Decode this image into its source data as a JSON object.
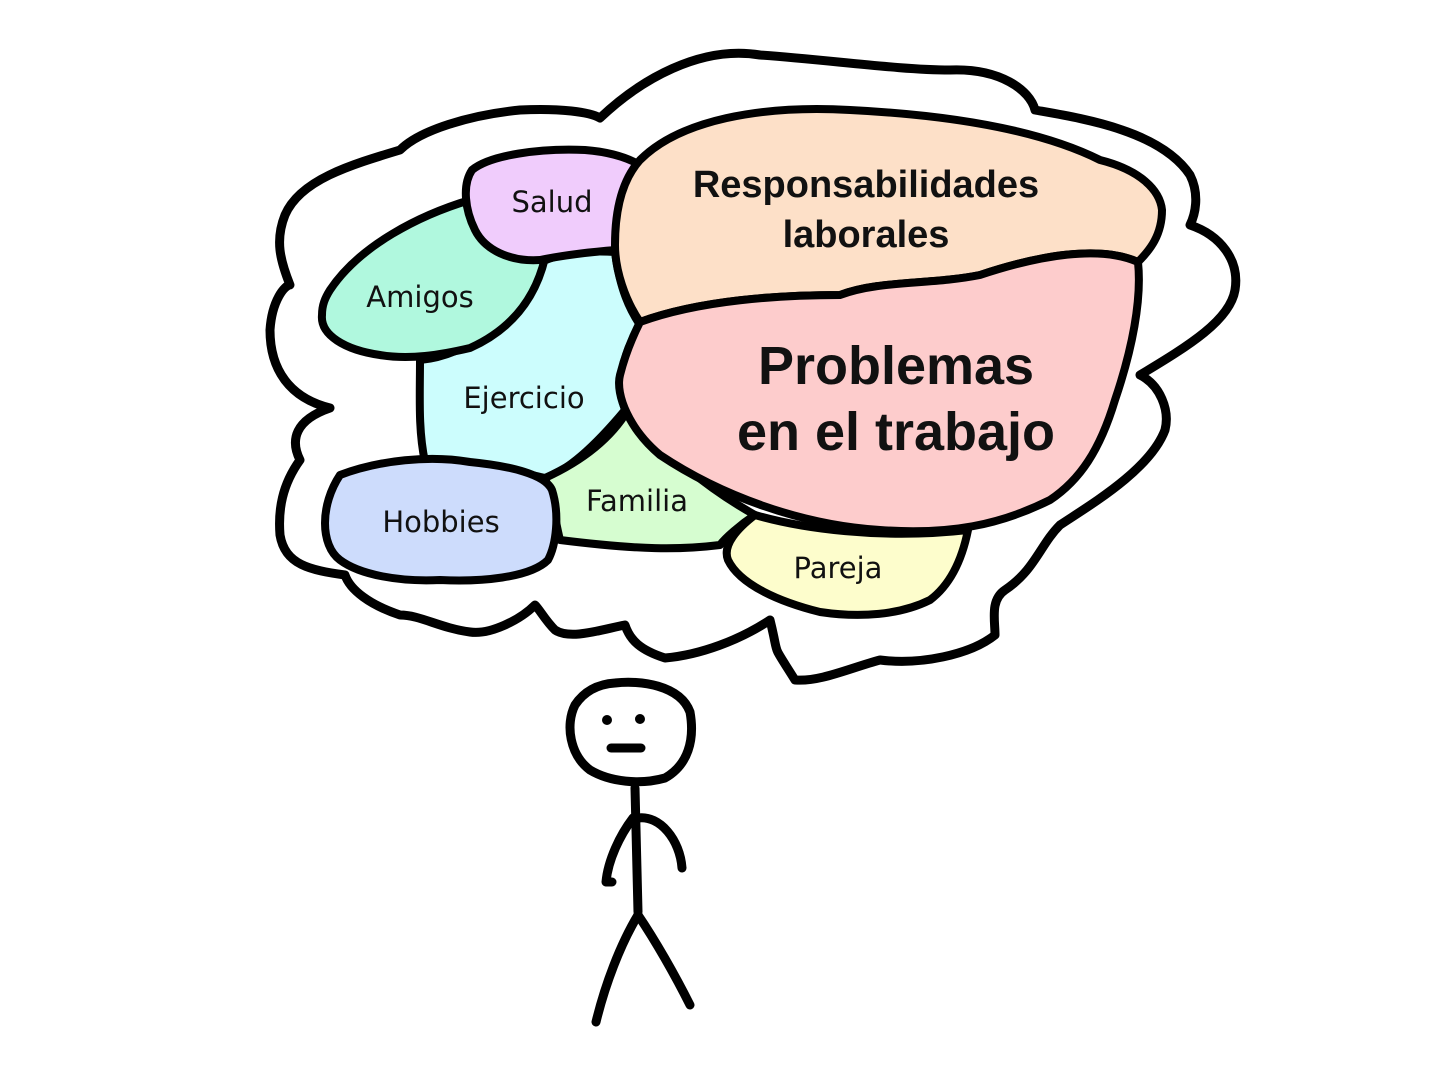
{
  "diagram": {
    "type": "thought-bubble",
    "colors": {
      "outline": "#000000",
      "background": "#ffffff",
      "salud": "#f0ccfc",
      "amigos": "#b0f8de",
      "ejercicio": "#ccfdfd",
      "hobbies": "#cddcfc",
      "familia": "#d6fdd0",
      "pareja": "#fdfdcc",
      "responsabilidades": "#fde0c8",
      "problemas": "#fdcccc"
    },
    "regions": [
      {
        "id": "salud",
        "label": "Salud"
      },
      {
        "id": "amigos",
        "label": "Amigos"
      },
      {
        "id": "ejercicio",
        "label": "Ejercicio"
      },
      {
        "id": "hobbies",
        "label": "Hobbies"
      },
      {
        "id": "familia",
        "label": "Familia"
      },
      {
        "id": "pareja",
        "label": "Pareja"
      },
      {
        "id": "responsabilidades",
        "label_line1": "Responsabilidades",
        "label_line2": "laborales"
      },
      {
        "id": "problemas",
        "label_line1": "Problemas",
        "label_line2": "en el trabajo"
      }
    ],
    "figure": "stick-figure-neutral-face"
  }
}
